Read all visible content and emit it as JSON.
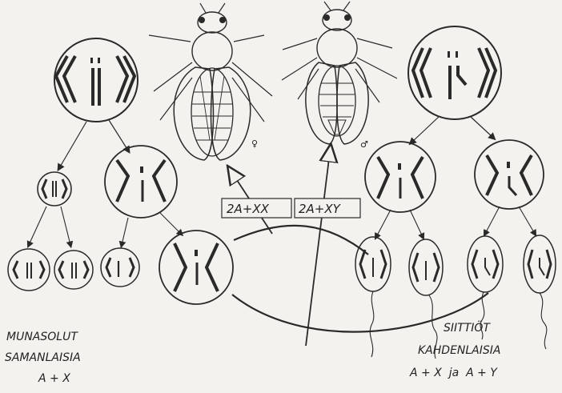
{
  "female_symbol": "♀",
  "male_symbol": "♂",
  "offspring_labels": {
    "female_genotype": "2A+XX",
    "male_genotype": "2A+XY"
  },
  "eggs_caption": {
    "line1": "MUNASOLUT",
    "line2": "SAMANLAISIA",
    "line3": "A + X"
  },
  "sperm_caption": {
    "line1": "SIITTIÖT",
    "line2": "KAHDENLAISIA",
    "line3": "A + X  ja  A + Y"
  }
}
